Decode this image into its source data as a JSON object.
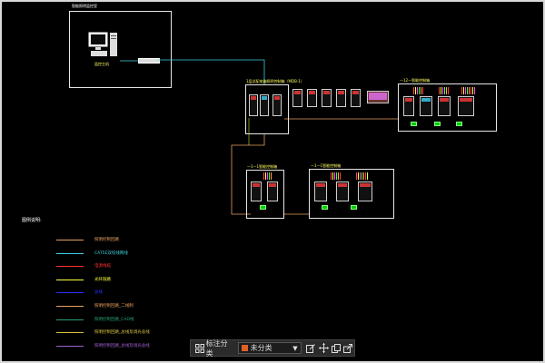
{
  "drawing": {
    "monitor_room_label": "智能照明监控室",
    "panel_main_label": "1层总配电箱照明控制箱（MDB-1）",
    "panel_right_top_label": "—12—智能控制箱",
    "panel_left_bottom_label": "—1—1智能控制箱",
    "panel_right_bottom_label": "—1—1智能控制箱",
    "pc_caption": "监控主机",
    "tag_green": "开关"
  },
  "legend": {
    "title": "图例说明:",
    "items": [
      {
        "label": "照明控制回路",
        "color": "#e8a060"
      },
      {
        "label": "CAT5E双绞线网线",
        "color": "#3fd0e0"
      },
      {
        "label": "电源线缆",
        "color": "#ff3030"
      },
      {
        "label": "光纤链路",
        "color": "#ffff40"
      },
      {
        "label": "总线",
        "color": "#3030ff"
      },
      {
        "label": "照明控制回路_二线制",
        "color": "#e8a060"
      },
      {
        "label": "照明控制回路_CAD线",
        "color": "#2aa070"
      },
      {
        "label": "照明控制回路_总线及调光总线",
        "color": "#d8c040"
      },
      {
        "label": "照明控制回路_总线及调光总线",
        "color": "#a060d0"
      }
    ]
  },
  "toolbar": {
    "grid_icon": "grid-icon",
    "label": "标注分类",
    "select_value": "未分类",
    "select_color": "#e0602a",
    "icons": [
      "edit-icon",
      "move-icon",
      "copy-icon",
      "share-icon"
    ]
  }
}
